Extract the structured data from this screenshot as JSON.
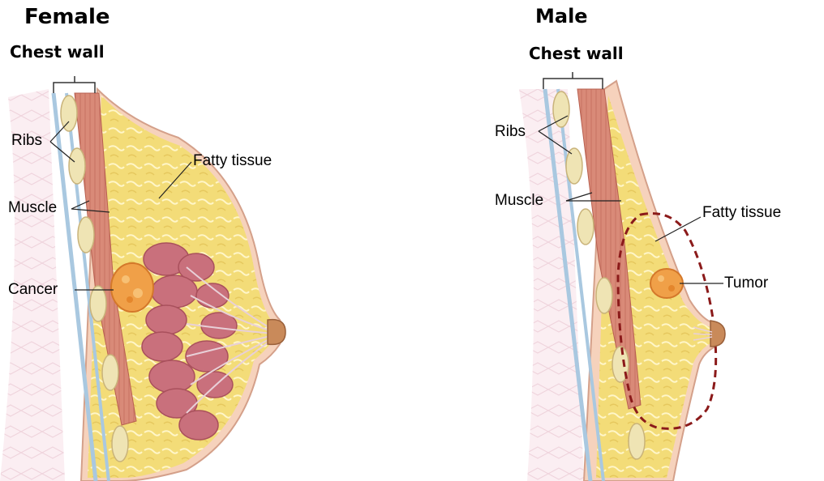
{
  "female": {
    "title": "Female",
    "subtitle": "Chest wall",
    "labels": {
      "ribs": "Ribs",
      "muscle": "Muscle",
      "cancer": "Cancer",
      "fatty": "Fatty tissue"
    }
  },
  "male": {
    "title": "Male",
    "subtitle": "Chest wall",
    "labels": {
      "ribs": "Ribs",
      "muscle": "Muscle",
      "fatty": "Fatty tissue",
      "tumor": "Tumor"
    }
  },
  "colors": {
    "fat": "#f3dd7a",
    "muscle": "#d98a78",
    "lobule": "#c9707c",
    "cancer": "#f0a048",
    "tumor_outline": "#8b1a1a",
    "rib": "#efe4b4"
  }
}
